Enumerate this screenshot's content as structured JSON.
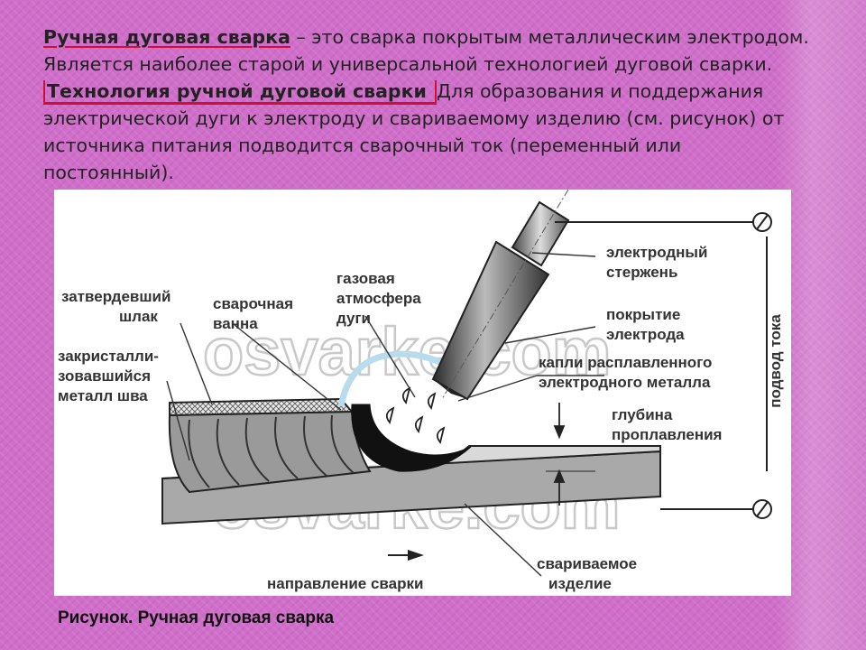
{
  "intro": {
    "term": "Ручная дуговая сварка",
    "text1": " – это сварка покрытым металлическим электродом. Является наиболее старой и универсальной технологией дуговой сварки. ",
    "highlight": "Технология ручной дуговой сварки ",
    "text2": "Для образования и поддержания электрической дуги к электроду и свариваемому изделию (см. рисунок) от источника питания подводится сварочный ток (переменный или постоянный)."
  },
  "diagram": {
    "watermark": "osvarke.com",
    "labels": {
      "solid_slag": [
        "затвердевший",
        "шлак"
      ],
      "weld_pool": [
        "сварочная",
        "ванна"
      ],
      "arc_gas": [
        "газовая",
        "атмосфера",
        "дуги"
      ],
      "crystallized_metal": [
        "закристалли-",
        "зовавшийся",
        "металл шва"
      ],
      "electrode_rod": [
        "электродный",
        "стержень"
      ],
      "electrode_coating": [
        "покрытие",
        "электрода"
      ],
      "droplets": [
        "капли расплавленного",
        "электродного металла"
      ],
      "penetration": [
        "глубина",
        "проплавления"
      ],
      "current_supply": "подвод тока",
      "workpiece": [
        "свариваемое",
        "изделие"
      ],
      "direction": "направление сварки"
    }
  },
  "caption": "Рисунок. Ручная дуговая сварка",
  "colors": {
    "background": "#cf6fc9",
    "accent_underline": "#d01030"
  }
}
